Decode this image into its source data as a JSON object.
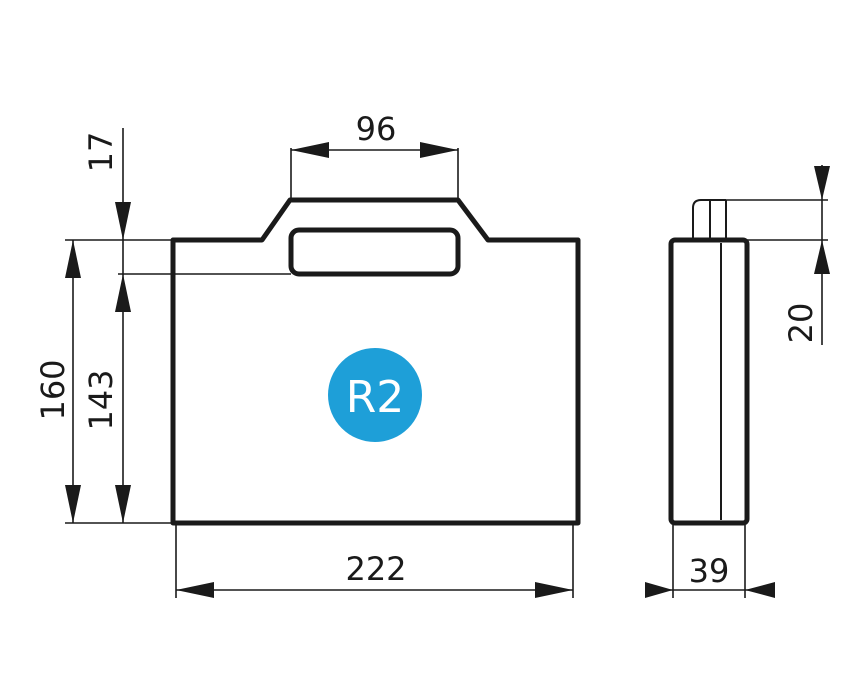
{
  "badge": {
    "label": "R2",
    "color": "#1e9fd8"
  },
  "dimensions": {
    "total_width": "222",
    "handle_width": "96",
    "total_height": "160",
    "body_height": "143",
    "handle_height": "17",
    "depth": "39",
    "handle_depth": "20"
  },
  "colors": {
    "line": "#1a1a1a",
    "background": "#ffffff"
  }
}
